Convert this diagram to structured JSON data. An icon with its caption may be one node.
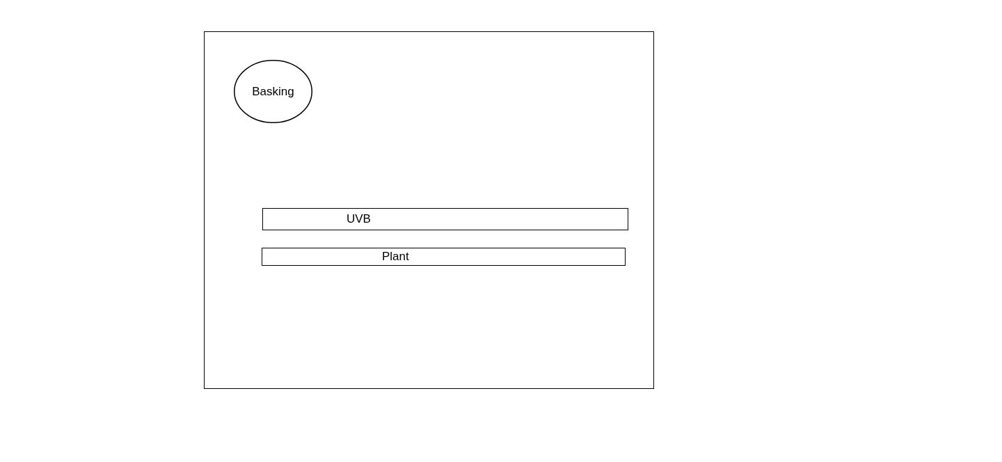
{
  "diagram": {
    "nodes": [
      {
        "text": [],
        "shape": "box"
      },
      {
        "text": [
          "Basking"
        ],
        "in": 0
      },
      {
        "text": [
          "UVB"
        ],
        "in": 0
      },
      {
        "text": [
          "Plant"
        ],
        "in": 0
      }
    ]
  }
}
